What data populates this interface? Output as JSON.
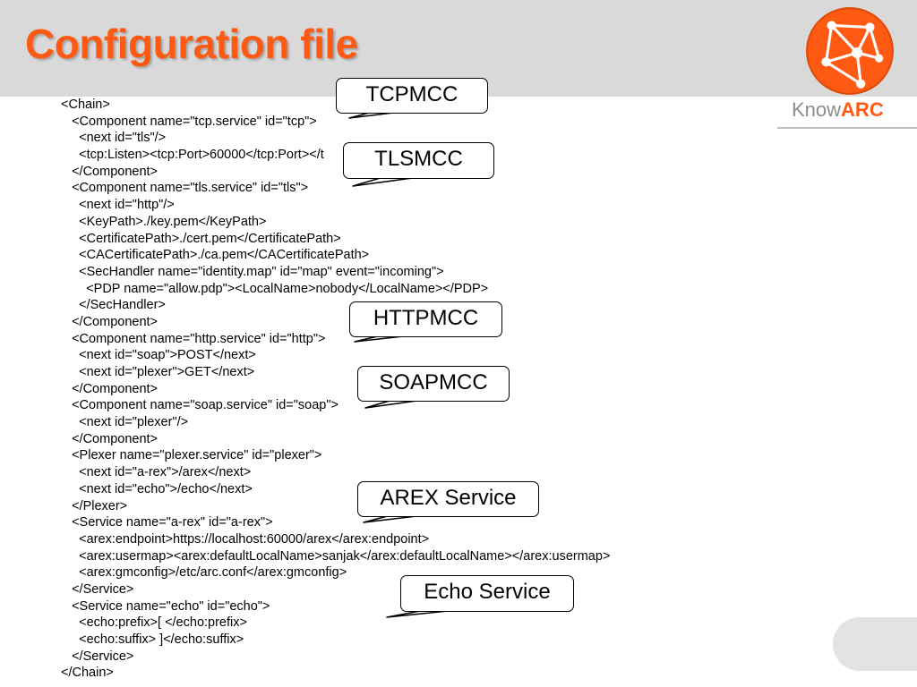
{
  "slide": {
    "title": "Configuration file",
    "logo": {
      "know": "Know",
      "arc": "ARC",
      "brand_color": "#ff5a14"
    }
  },
  "code_lines": [
    "<Chain>",
    "   <Component name=\"tcp.service\" id=\"tcp\">",
    "     <next id=\"tls\"/>",
    "     <tcp:Listen><tcp:Port>60000</tcp:Port></t",
    "   </Component>",
    "   <Component name=\"tls.service\" id=\"tls\">",
    "     <next id=\"http\"/>",
    "     <KeyPath>./key.pem</KeyPath>",
    "     <CertificatePath>./cert.pem</CertificatePath>",
    "     <CACertificatePath>./ca.pem</CACertificatePath>",
    "     <SecHandler name=\"identity.map\" id=\"map\" event=\"incoming\">",
    "       <PDP name=\"allow.pdp\"><LocalName>nobody</LocalName></PDP>",
    "     </SecHandler>",
    "   </Component>",
    "   <Component name=\"http.service\" id=\"http\">",
    "     <next id=\"soap\">POST</next>",
    "     <next id=\"plexer\">GET</next>",
    "   </Component>",
    "   <Component name=\"soap.service\" id=\"soap\">",
    "     <next id=\"plexer\"/>",
    "   </Component>",
    "   <Plexer name=\"plexer.service\" id=\"plexer\">",
    "     <next id=\"a-rex\">/arex</next>",
    "     <next id=\"echo\">/echo</next>",
    "   </Plexer>",
    "   <Service name=\"a-rex\" id=\"a-rex\">",
    "     <arex:endpoint>https://localhost:60000/arex</arex:endpoint>",
    "     <arex:usermap><arex:defaultLocalName>sanjak</arex:defaultLocalName></arex:usermap>",
    "     <arex:gmconfig>/etc/arc.conf</arex:gmconfig>",
    "   </Service>",
    "   <Service name=\"echo\" id=\"echo\">",
    "     <echo:prefix>[ </echo:prefix>",
    "     <echo:suffix> ]</echo:suffix>",
    "   </Service>",
    "</Chain>"
  ],
  "callouts": [
    {
      "id": "tcpmcc",
      "label": "TCPMCC"
    },
    {
      "id": "tlsmcc",
      "label": "TLSMCC"
    },
    {
      "id": "httpmcc",
      "label": "HTTPMCC"
    },
    {
      "id": "soapmcc",
      "label": "SOAPMCC"
    },
    {
      "id": "arex-service",
      "label": "AREX Service"
    },
    {
      "id": "echo-service",
      "label": "Echo Service"
    }
  ]
}
